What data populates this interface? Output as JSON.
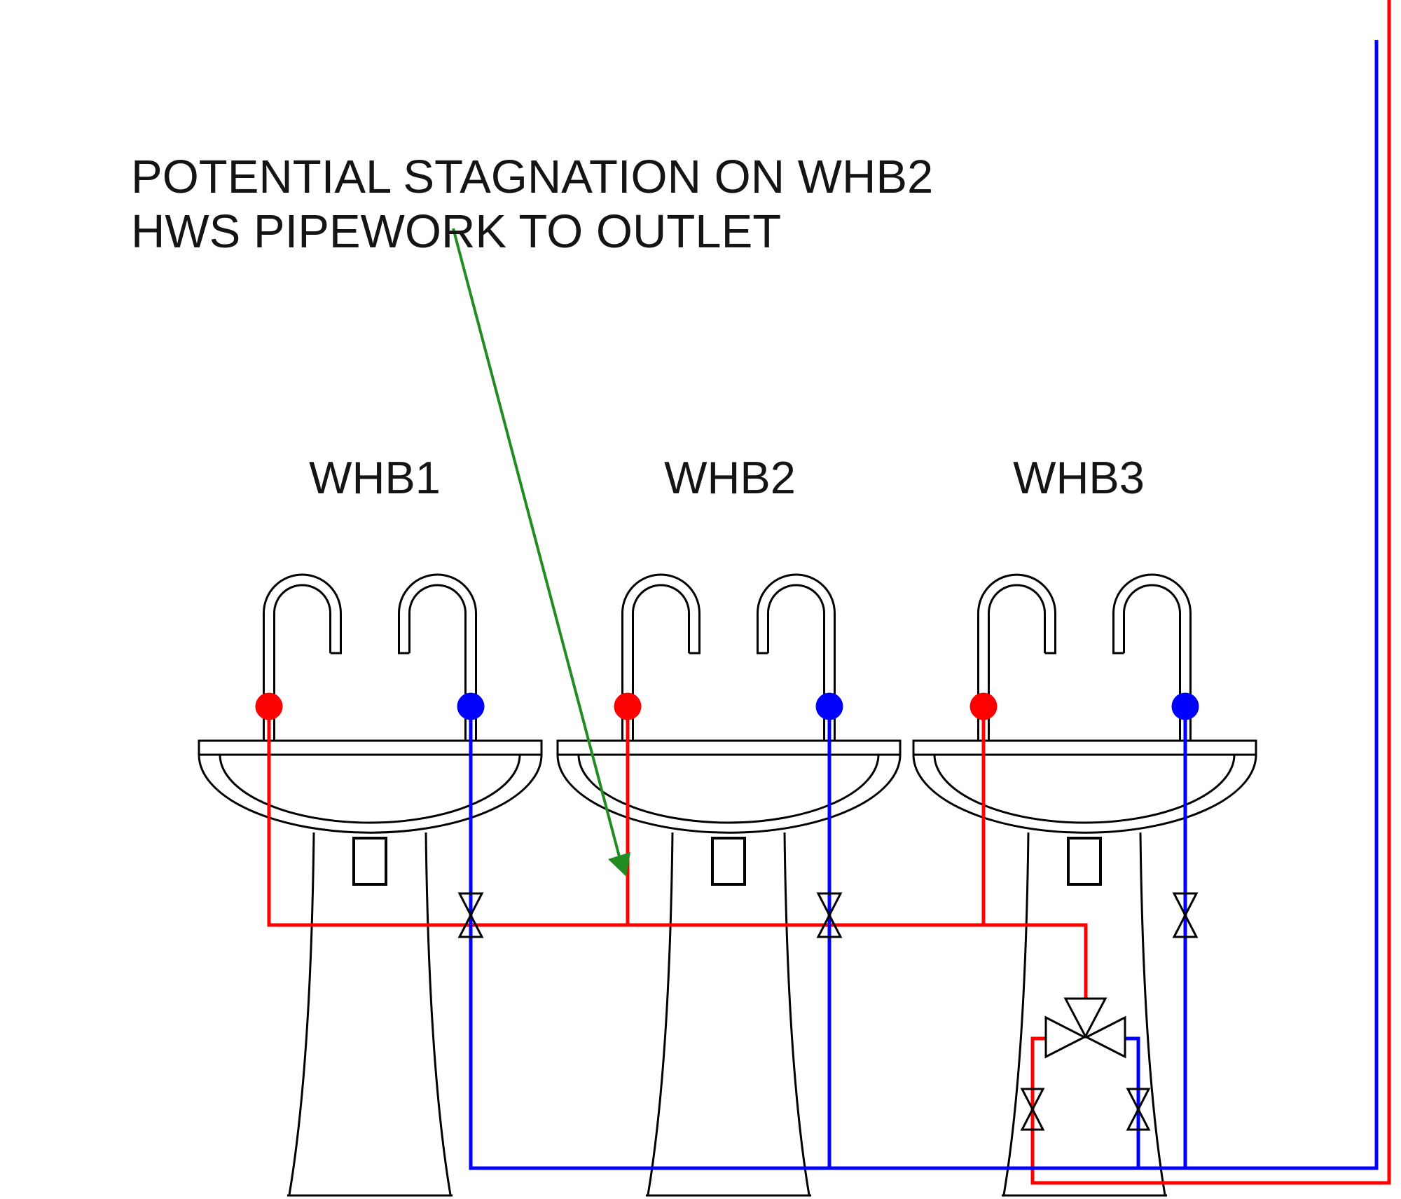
{
  "annotation": {
    "line1": "POTENTIAL STAGNATION ON WHB2",
    "line2": "HWS PIPEWORK TO OUTLET"
  },
  "fixtures": [
    {
      "label": "WHB1",
      "hot_tap": "red-dot-outlet",
      "cold_tap": "blue-dot-outlet"
    },
    {
      "label": "WHB2",
      "hot_tap": "red-dot-outlet",
      "cold_tap": "blue-dot-outlet"
    },
    {
      "label": "WHB3",
      "hot_tap": "red-dot-outlet",
      "cold_tap": "blue-dot-outlet"
    }
  ],
  "colors": {
    "hot_pipe": "#ff0000",
    "cold_pipe": "#0000ff",
    "annotation_arrow": "#228b22",
    "outline": "#000000",
    "background": "#ffffff"
  }
}
